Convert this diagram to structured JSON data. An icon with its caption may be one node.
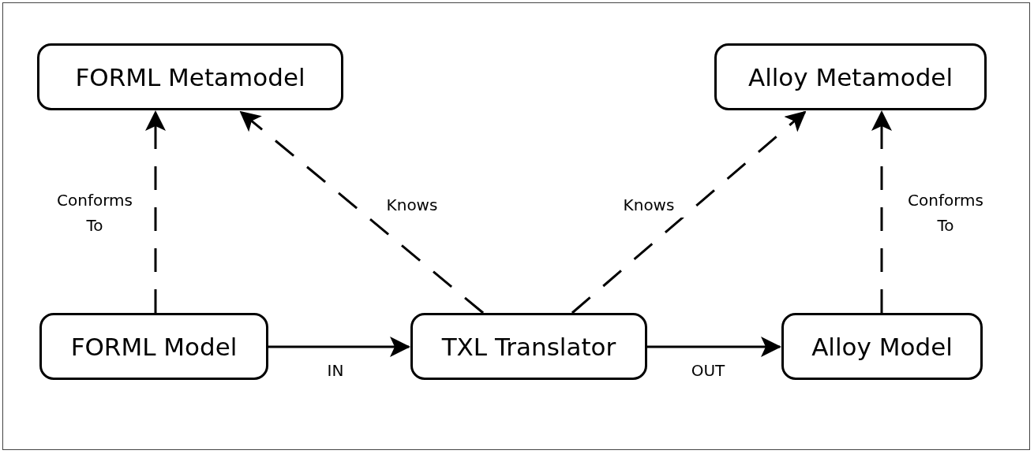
{
  "diagram": {
    "nodes": [
      {
        "text": [
          "FORML Metamodel"
        ]
      },
      {
        "text": [
          "Alloy Metamodel"
        ]
      },
      {
        "text": [
          "FORML Model"
        ]
      },
      {
        "text": [
          "TXL Translator"
        ]
      },
      {
        "text": [
          "Alloy Model"
        ]
      }
    ],
    "edges": [
      {
        "from": 2,
        "to": 0,
        "arrow": "to",
        "label": "Conforms To",
        "style": "dashed"
      },
      {
        "from": 3,
        "to": 0,
        "arrow": "to",
        "label": "Knows",
        "style": "dashed"
      },
      {
        "from": 3,
        "to": 1,
        "arrow": "to",
        "label": "Knows",
        "style": "dashed"
      },
      {
        "from": 4,
        "to": 1,
        "arrow": "to",
        "label": "Conforms To",
        "style": "dashed"
      },
      {
        "from": 2,
        "to": 3,
        "arrow": "to",
        "label": "IN"
      },
      {
        "from": 3,
        "to": 4,
        "arrow": "to",
        "label": "OUT"
      }
    ]
  }
}
